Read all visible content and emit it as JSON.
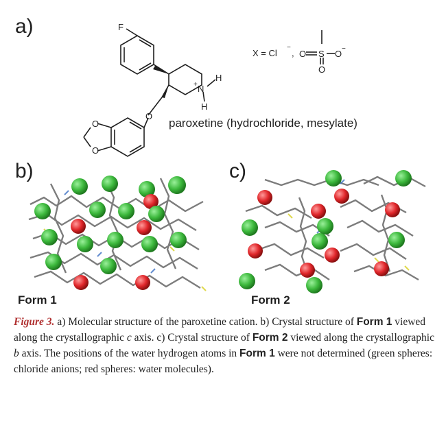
{
  "panels": {
    "a": "a)",
    "b": "b)",
    "c": "c)"
  },
  "structure": {
    "atom_F": "F",
    "atom_O1": "O",
    "atom_O2": "O",
    "atom_O3": "O",
    "atom_N": "N",
    "atom_H1": "H",
    "atom_H2": "H",
    "charge": "+",
    "counterion_label": "X = Cl",
    "counterion_charge": "−",
    "comma": ",",
    "mesylate_O1": "O",
    "mesylate_O2": "O",
    "mesylate_O3": "O",
    "mesylate_S": "S",
    "mesylate_charge": "−",
    "compound_name": "paroxetine (hydrochloride, mesylate)"
  },
  "forms": {
    "form1": "Form 1",
    "form2": "Form 2"
  },
  "caption": {
    "figure_ref": "Figure 3.",
    "t1": " a) Molecular structure of the paroxetine cation. b) Crystal structure of ",
    "b1": "Form 1",
    "t2": " viewed along the crystallographic ",
    "axis_c": "c",
    "t3": " axis. c) Crystal structure of ",
    "b2": "Form 2",
    "t4": " viewed along the crystallographic ",
    "axis_b": "b",
    "t5": " axis. The positions of the water hydrogen atoms in ",
    "b3": "Form 1",
    "t6": " were not determined (green spheres: chloride anions; red spheres: water molecules)."
  },
  "colors": {
    "chloride": "#3cb83c",
    "water": "#e0262a",
    "bond": "#555555"
  }
}
